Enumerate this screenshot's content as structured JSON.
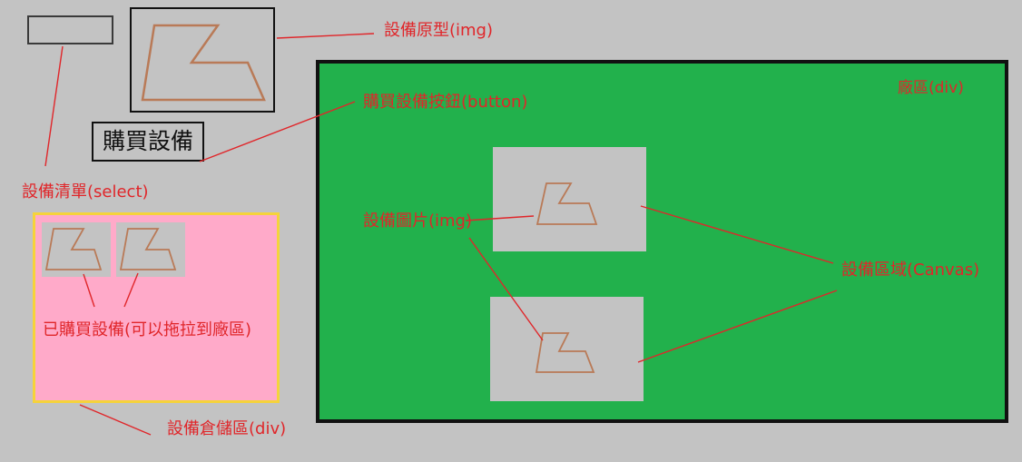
{
  "labels": {
    "prototype_img": "設備原型(img)",
    "buy_button_desc": "購買設備按鈕(button)",
    "factory_div": "廠區(div)",
    "select_list": "設備清單(select)",
    "equipment_img": "設備圖片(img)",
    "equipment_canvas": "設備區域(Canvas)",
    "purchased": "已購買設備(可以拖拉到廠區)",
    "storage_div": "設備倉儲區(div)"
  },
  "buy_button": {
    "label": "購買設備"
  },
  "colors": {
    "background": "#c3c3c3",
    "annotation": "#e0262a",
    "factory": "#22b14c",
    "storage": "#ffaac9",
    "storage_border": "#f5d33b",
    "shape_stroke": "#b97a57"
  }
}
